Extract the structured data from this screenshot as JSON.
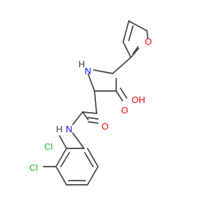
{
  "structure": {
    "atom_labels": {
      "furan_oxygen": "O",
      "amine_nh": "H",
      "amine_n": "N",
      "acid_oh": "OH",
      "acid_carbonyl_o": "O",
      "amide_carbonyl_o": "O",
      "amide_n": "N",
      "amide_nh": "H",
      "chloro_ortho": "Cl",
      "chloro_meta": "Cl"
    },
    "colors": {
      "bond": "#3f3f3f",
      "oxygen": "#ff0000",
      "nitrogen": "#0000ff",
      "chlorine": "#1fb41f",
      "hydrogen": "#3f3f3f"
    }
  }
}
